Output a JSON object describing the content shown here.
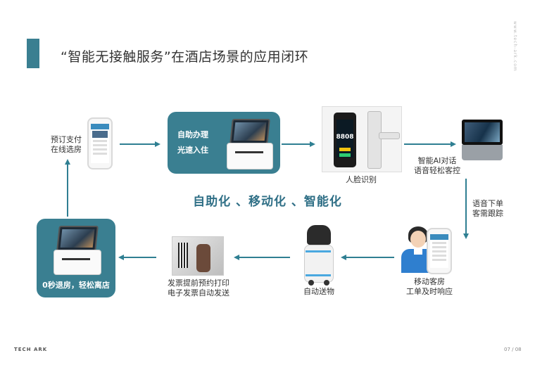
{
  "header": {
    "title": "“智能无接触服务”在酒店场景的应用闭环",
    "side_url": "www.tech-ark.com"
  },
  "slogan": "自助化 、移动化 、智能化",
  "steps": {
    "booking": {
      "line1": "预订支付",
      "line2": "在线选房"
    },
    "checkin": {
      "line1": "自助办理",
      "line2": "光速入住"
    },
    "face": {
      "line1": "人脸识别"
    },
    "ai": {
      "line1": "智能AI对话",
      "line2": "语音轻松客控"
    },
    "voice_order": {
      "line1": "语音下单",
      "line2": "客需跟踪"
    },
    "mobile_room": {
      "line1": "移动客房",
      "line2": "工单及时响应"
    },
    "delivery": {
      "line1": "自动送物"
    },
    "invoice": {
      "line1": "发票提前预约打印",
      "line2": "电子发票自动发送"
    },
    "checkout": {
      "line1": "0秒退房，轻松离店"
    }
  },
  "device": {
    "face_panel_number": "8808"
  },
  "footer": {
    "brand": "TECH ARK",
    "page": "07 / 08"
  },
  "colors": {
    "accent": "#3a7f91",
    "arrow": "#2f7f92"
  }
}
